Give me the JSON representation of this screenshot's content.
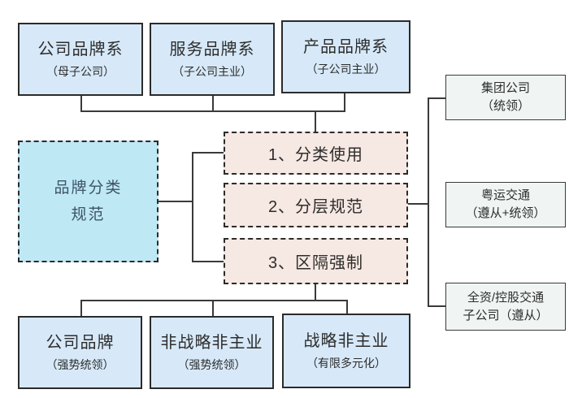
{
  "colors": {
    "box-blue": "#d7e9f8",
    "box-cyan": "#bfe8f5",
    "box-pink": "#f6e8e2",
    "box-light": "#f0f5f4",
    "border-dark": "#2b2b2b",
    "line": "#3a3a3a",
    "text-dark": "#2d2d2d",
    "text-cyan-box": "#3e5468"
  },
  "top_row": [
    {
      "title": "公司品牌系",
      "subtitle": "（母子公司）"
    },
    {
      "title": "服务品牌系",
      "subtitle": "（子公司主业）"
    },
    {
      "title": "产品品牌系",
      "subtitle": "（子公司主业）"
    }
  ],
  "left_box": {
    "line1": "品牌分类",
    "line2": "规范"
  },
  "center_rules": [
    {
      "label": "1、分类使用"
    },
    {
      "label": "2、分层规范"
    },
    {
      "label": "3、区隔强制"
    }
  ],
  "right_column": [
    {
      "line1": "集团公司",
      "line2": "（统领）"
    },
    {
      "line1": "粤运交通",
      "line2": "（遵从+统领）"
    },
    {
      "line1": "全资/控股交通",
      "line2": "子公司（遵从）"
    }
  ],
  "bottom_row": [
    {
      "title": "公司品牌",
      "subtitle": "（强势统领）"
    },
    {
      "title": "非战略非主业",
      "subtitle": "（强势统领）"
    },
    {
      "title": "战略非主业",
      "subtitle": "（有限多元化）"
    }
  ]
}
